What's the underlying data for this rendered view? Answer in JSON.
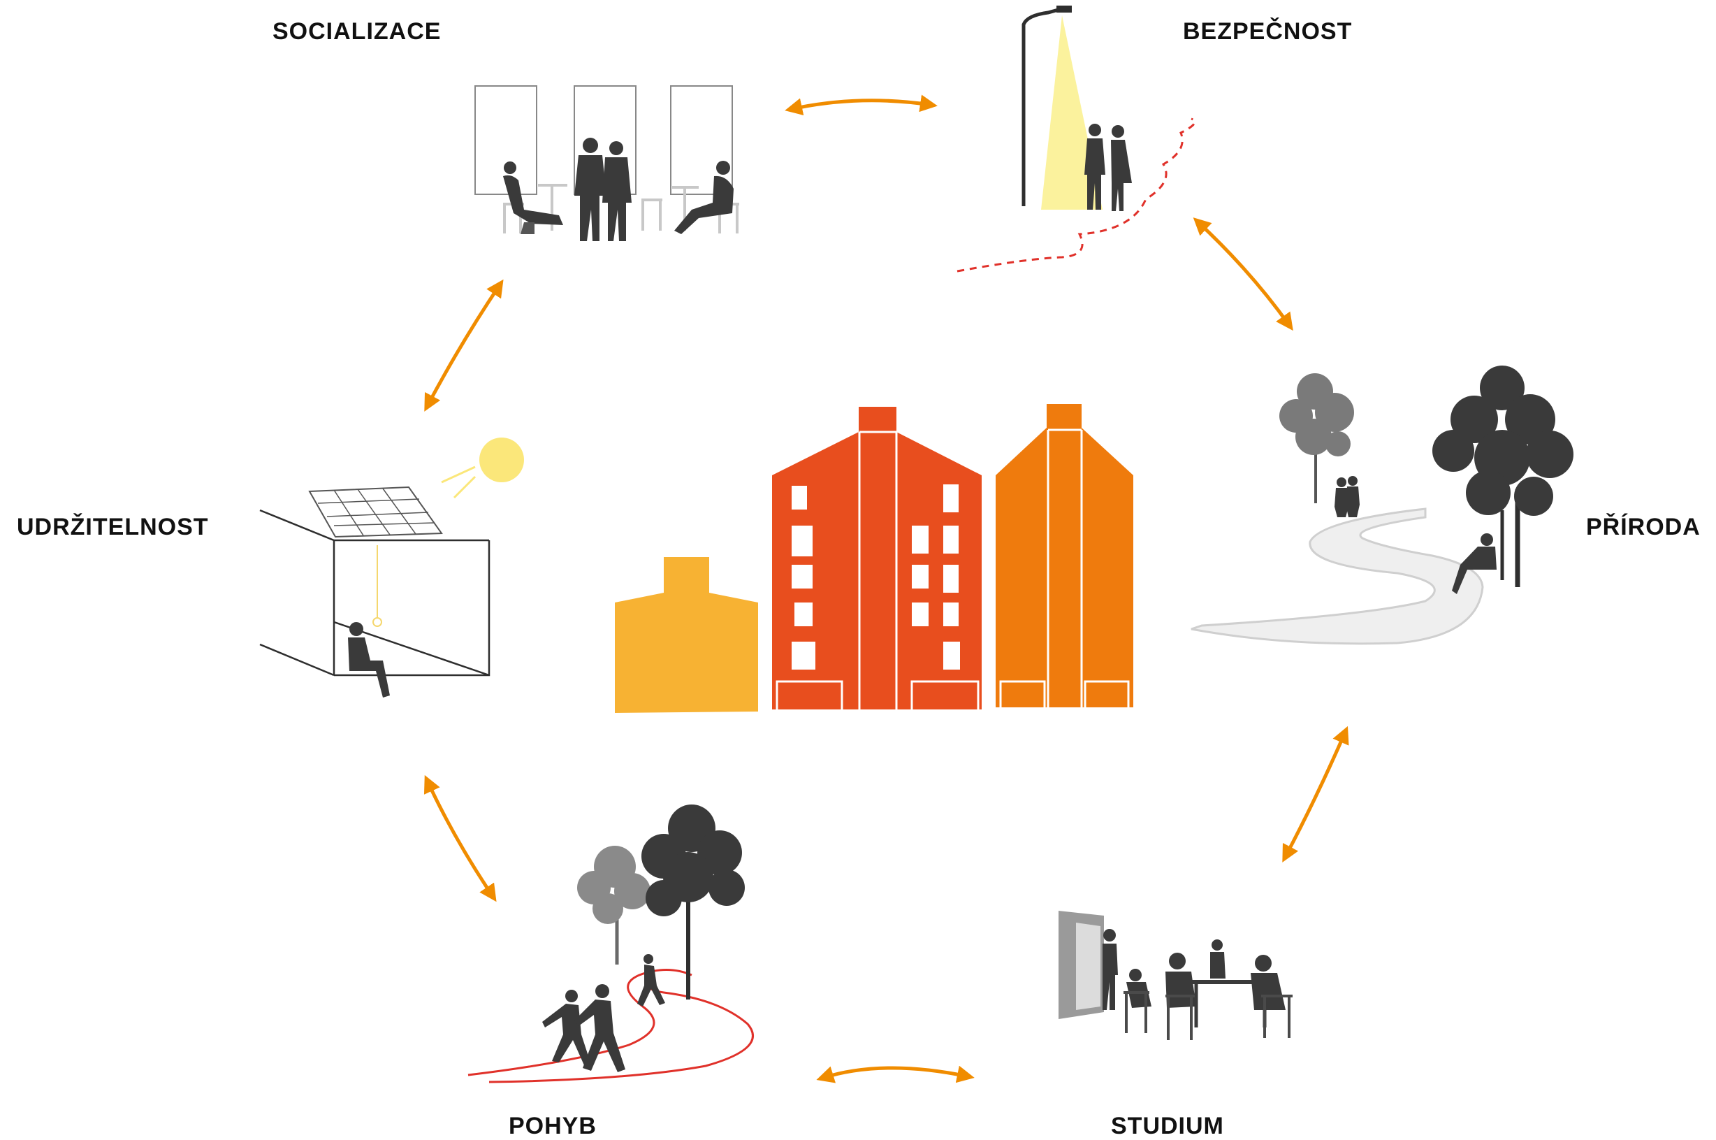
{
  "labels": {
    "socializace": "SOCIALIZACE",
    "bezpecnost": "BEZPEČNOST",
    "priroda": "PŘÍRODA",
    "studium": "STUDIUM",
    "pohyb": "POHYB",
    "udrzitelnost": "UDRŽITELNOST"
  },
  "icons": {
    "socializace": "cafe-people-icon",
    "bezpecnost": "street-lamp-icon",
    "priroda": "park-path-trees-icon",
    "studium": "study-table-icon",
    "pohyb": "running-track-icon",
    "udrzitelnost": "solar-panel-sun-icon",
    "center": "buildings-illustration",
    "connectors": "double-arrow-icon"
  },
  "colors": {
    "arrow": "#F08C00",
    "building_left": "#F7B233",
    "building_middle": "#E84E1E",
    "building_right": "#EF7B0D",
    "silhouette": "#3a3a3a",
    "lamp_light": "#FAF08C",
    "sun": "#FBE77A",
    "track": "#E0312A",
    "text": "#111111"
  }
}
